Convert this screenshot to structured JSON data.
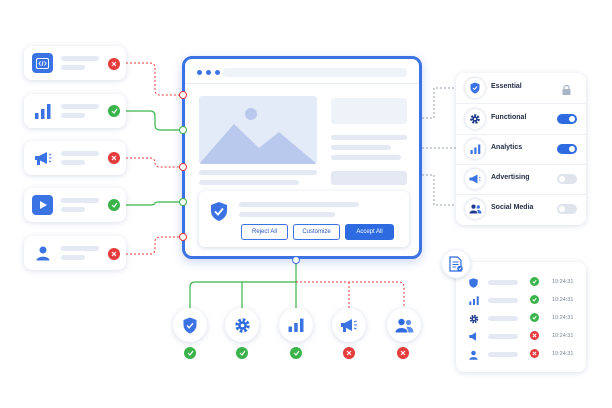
{
  "browser": {
    "buttons": {
      "reject": "Reject All",
      "customize": "Customize",
      "accept": "Accept All"
    }
  },
  "left_sources": [
    {
      "icon": "code-icon",
      "status": "denied"
    },
    {
      "icon": "bar-chart-icon",
      "status": "allowed"
    },
    {
      "icon": "megaphone-icon",
      "status": "denied"
    },
    {
      "icon": "video-play-icon",
      "status": "allowed"
    },
    {
      "icon": "user-icon",
      "status": "denied"
    }
  ],
  "preferences": [
    {
      "label": "Essential",
      "icon": "shield-icon",
      "control": "lock",
      "enabled": true
    },
    {
      "label": "Functional",
      "icon": "gear-icon",
      "control": "toggle",
      "enabled": true
    },
    {
      "label": "Analytics",
      "icon": "bar-chart-icon",
      "control": "toggle",
      "enabled": true
    },
    {
      "label": "Advertising",
      "icon": "megaphone-icon",
      "control": "toggle",
      "enabled": false
    },
    {
      "label": "Social Media",
      "icon": "users-icon",
      "control": "toggle",
      "enabled": false
    }
  ],
  "bottom_categories": [
    {
      "icon": "shield-icon",
      "status": "allowed"
    },
    {
      "icon": "gear-icon",
      "status": "allowed"
    },
    {
      "icon": "bar-chart-icon",
      "status": "allowed"
    },
    {
      "icon": "megaphone-icon",
      "status": "denied"
    },
    {
      "icon": "users-icon",
      "status": "denied"
    }
  ],
  "consent_log": [
    {
      "icon": "shield-icon",
      "status": "allowed",
      "time": "10:24:31"
    },
    {
      "icon": "bar-chart-icon",
      "status": "allowed",
      "time": "10:24:31"
    },
    {
      "icon": "gear-icon",
      "status": "allowed",
      "time": "10:24:31"
    },
    {
      "icon": "megaphone-icon",
      "status": "denied",
      "time": "10:24:31"
    },
    {
      "icon": "user-icon",
      "status": "denied",
      "time": "10:24:31"
    }
  ],
  "colors": {
    "accent": "#3b73e4",
    "allowed": "#3ab44a",
    "denied": "#e43b3b",
    "placeholder": "#e4e9f3"
  }
}
